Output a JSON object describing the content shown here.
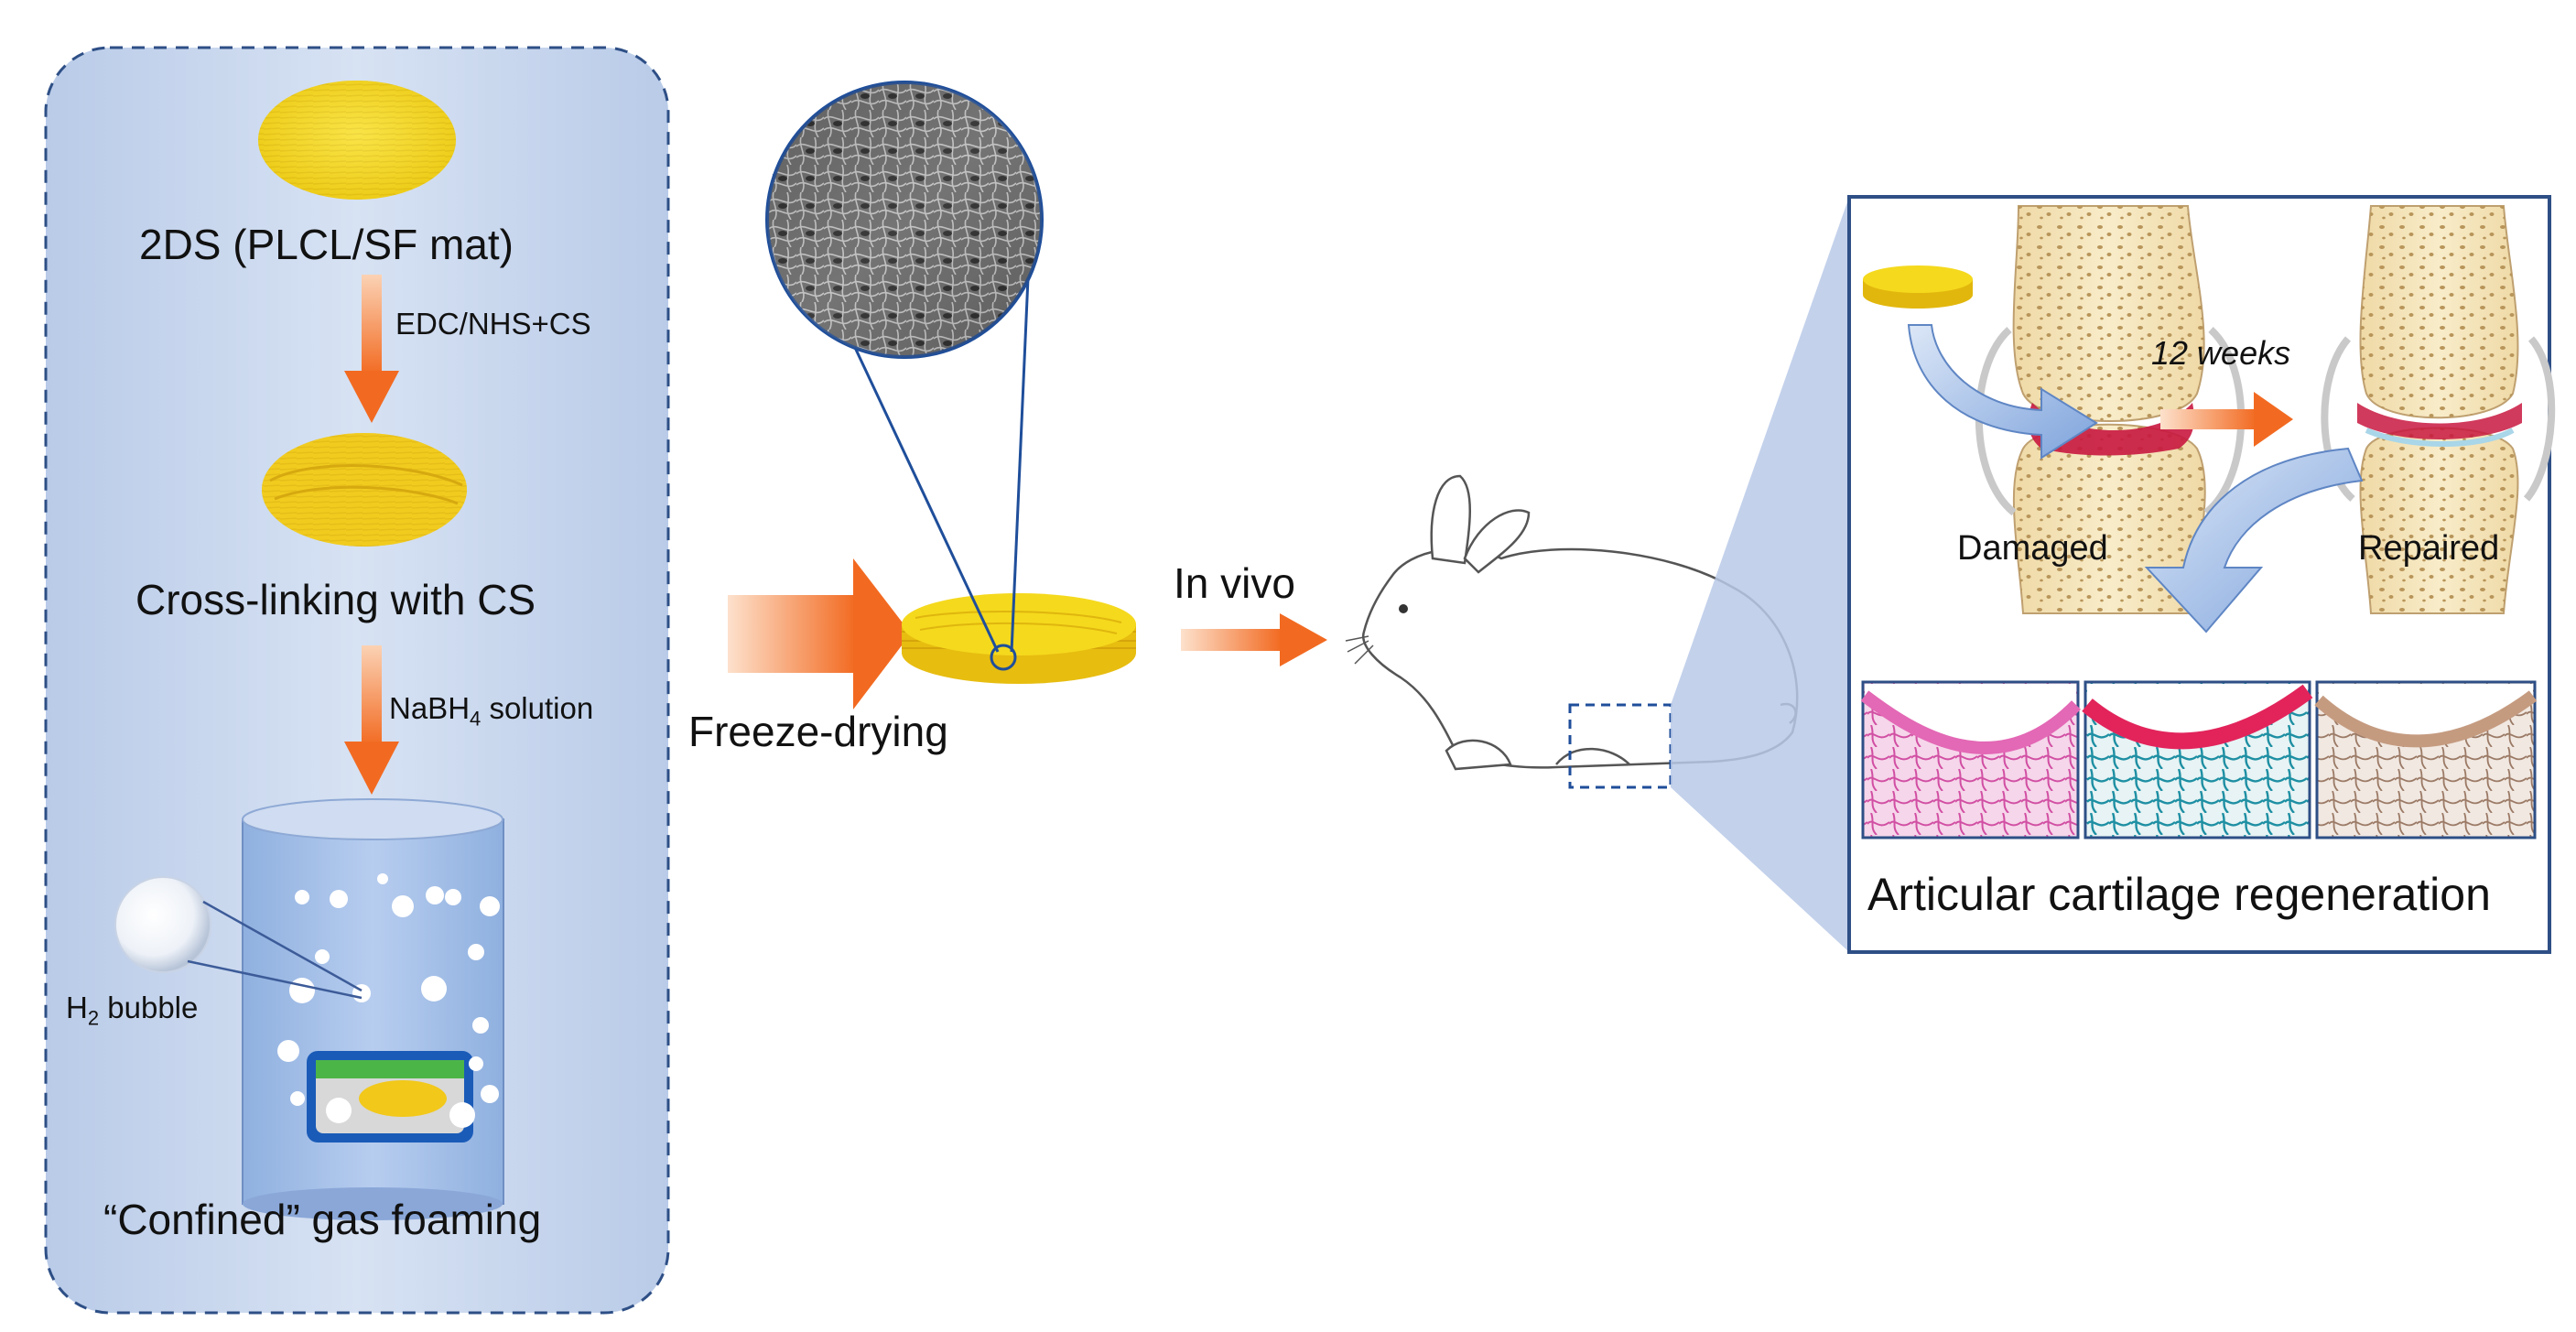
{
  "left_panel": {
    "step1_label": "2DS (PLCL/SF mat)",
    "arrow1_label": "EDC/NHS+CS",
    "step2_label": "Cross-linking with CS",
    "arrow2_label_main": "NaBH",
    "arrow2_label_sub": "4",
    "arrow2_label_rest": " solution",
    "bubble_label_main": "H",
    "bubble_label_sub": "2",
    "bubble_label_rest": " bubble",
    "step3_label": "“Confined” gas foaming"
  },
  "middle": {
    "freeze_label": "Freeze-drying",
    "invivo_label": "In vivo"
  },
  "right_panel": {
    "weeks_label": "12 weeks",
    "damaged_label": "Damaged",
    "repaired_label": "Repaired",
    "regeneration_label": "Articular cartilage regeneration"
  },
  "colors": {
    "panel_bg": "#c7d6ee",
    "panel_border": "#2e4f86",
    "arrow_orange": "#f26a21",
    "scaffold_yellow": "#f2d21c",
    "detail_frame": "#2e4f86",
    "cartilage_red": "#c8173f"
  }
}
